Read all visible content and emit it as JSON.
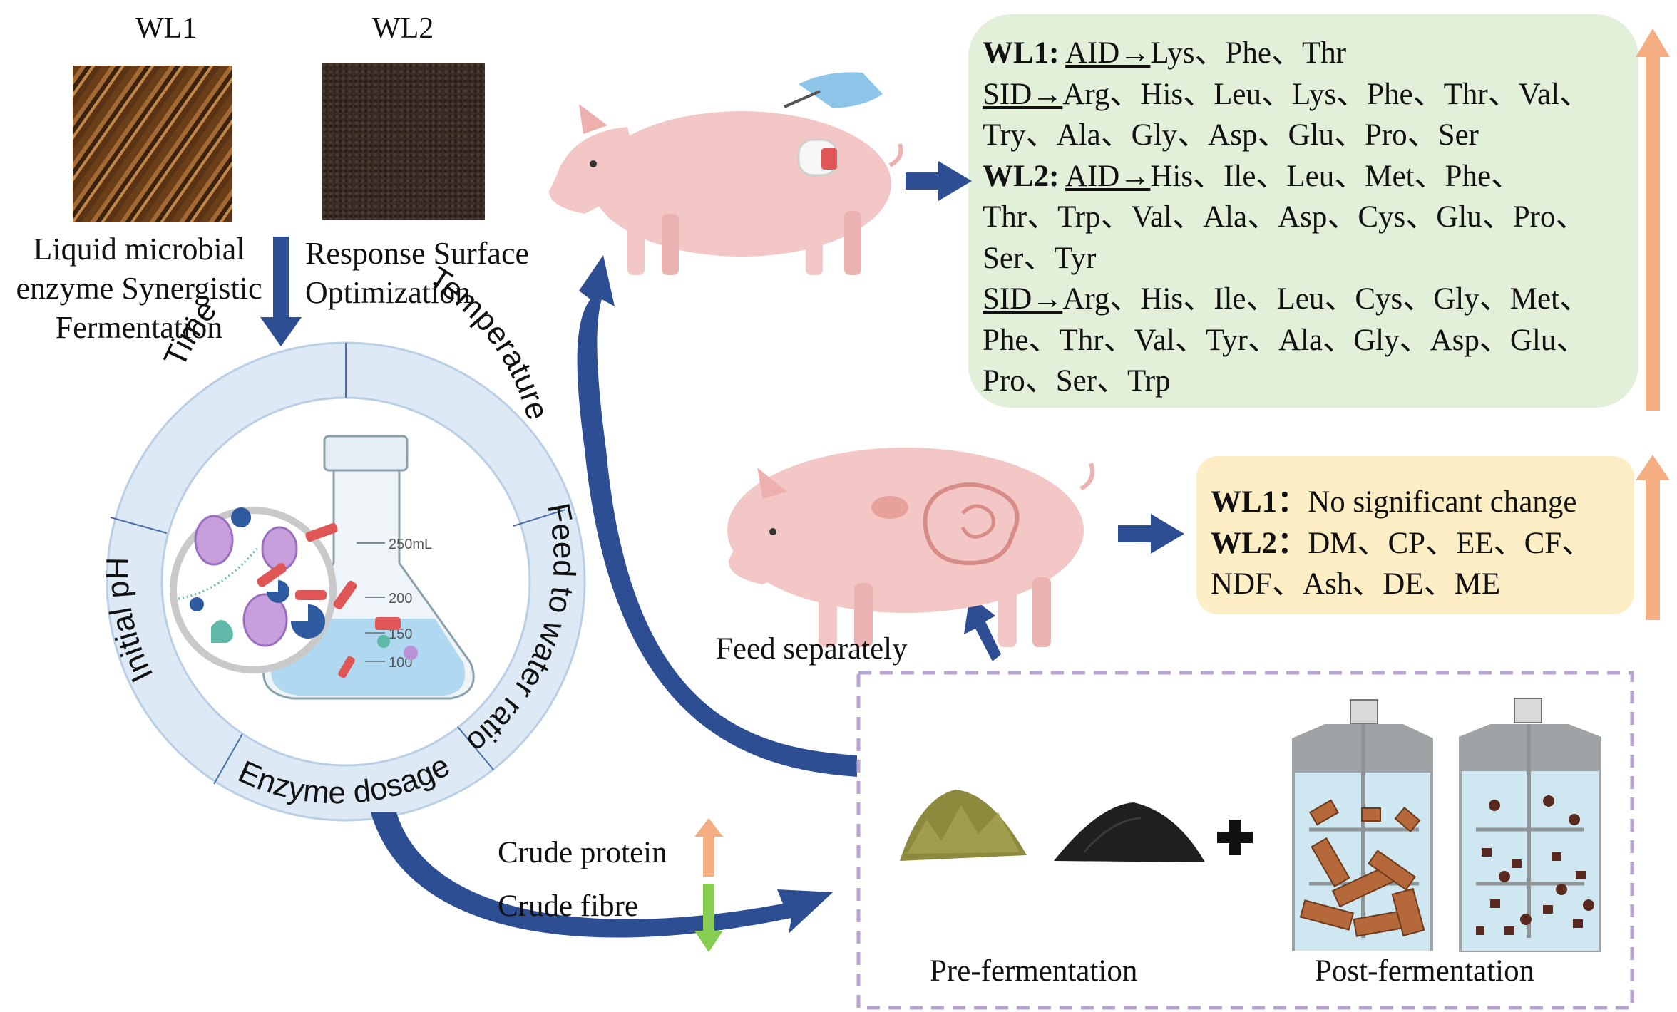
{
  "materials": {
    "wl1_label": "WL1",
    "wl2_label": "WL2",
    "wl1_method": "Liquid microbial enzyme Synergistic Fermentation",
    "wl1_method_lines": [
      "Liquid microbial",
      "enzyme Synergistic",
      "Fermentation"
    ],
    "wl2_method_lines": [
      "Response Surface",
      "Optimization"
    ]
  },
  "factors": {
    "time": "Time",
    "temperature": "Temperature",
    "feed_water": "Feed to water ratio",
    "enzyme": "Enzyme dosage",
    "ph": "Initial pH"
  },
  "flask": {
    "mark_250": "250mL",
    "mark_200": "200",
    "mark_150": "150",
    "mark_100": "100"
  },
  "digestibility": {
    "wl1_title": "WL1:",
    "wl1_aid_label": "AID→",
    "wl1_aid": "Lys、Phe、Thr",
    "wl1_sid_label": "SID→",
    "wl1_sid_a": "Arg、His、Leu、Lys、Phe、Thr、Val、",
    "wl1_sid_b": "Try、Ala、Gly、Asp、Glu、Pro、Ser",
    "wl2_title": "WL2:",
    "wl2_aid_label": "AID→",
    "wl2_aid_a": "His、Ile、Leu、Met、Phe、",
    "wl2_aid_b": "Thr、Trp、Val、Ala、Asp、Cys、Glu、Pro、",
    "wl2_aid_c": "Ser、Tyr",
    "wl2_sid_label": "SID→",
    "wl2_sid_a": "Arg、His、Ile、Leu、Cys、Gly、Met、",
    "wl2_sid_b": "Phe、Thr、Val、Tyr、Ala、Gly、Asp、Glu、",
    "wl2_sid_c": "Pro、Ser、Trp"
  },
  "nutrients": {
    "wl1_title": "WL1：",
    "wl1_text": "No significant change",
    "wl2_title": "WL2：",
    "wl2_text_a": "DM、CP、EE、CF、",
    "wl2_text_b": "NDF、Ash、DE、ME"
  },
  "feed_label": "Feed separately",
  "composition": {
    "protein": "Crude protein",
    "fibre": "Crude fibre"
  },
  "fermentation": {
    "pre": "Pre-fermentation",
    "post": "Post-fermentation"
  },
  "colors": {
    "arrow_blue": "#2e4e94",
    "ring_fill": "#dde9f5",
    "ring_stroke": "#b9cfe5",
    "green_box": "#e2efd9",
    "yellow_box": "#fdeec6",
    "up_arrow": "#f4ae82",
    "down_arrow": "#86cd52",
    "dashed_box": "#b9a3d2",
    "pig": "#f3c7c5"
  }
}
